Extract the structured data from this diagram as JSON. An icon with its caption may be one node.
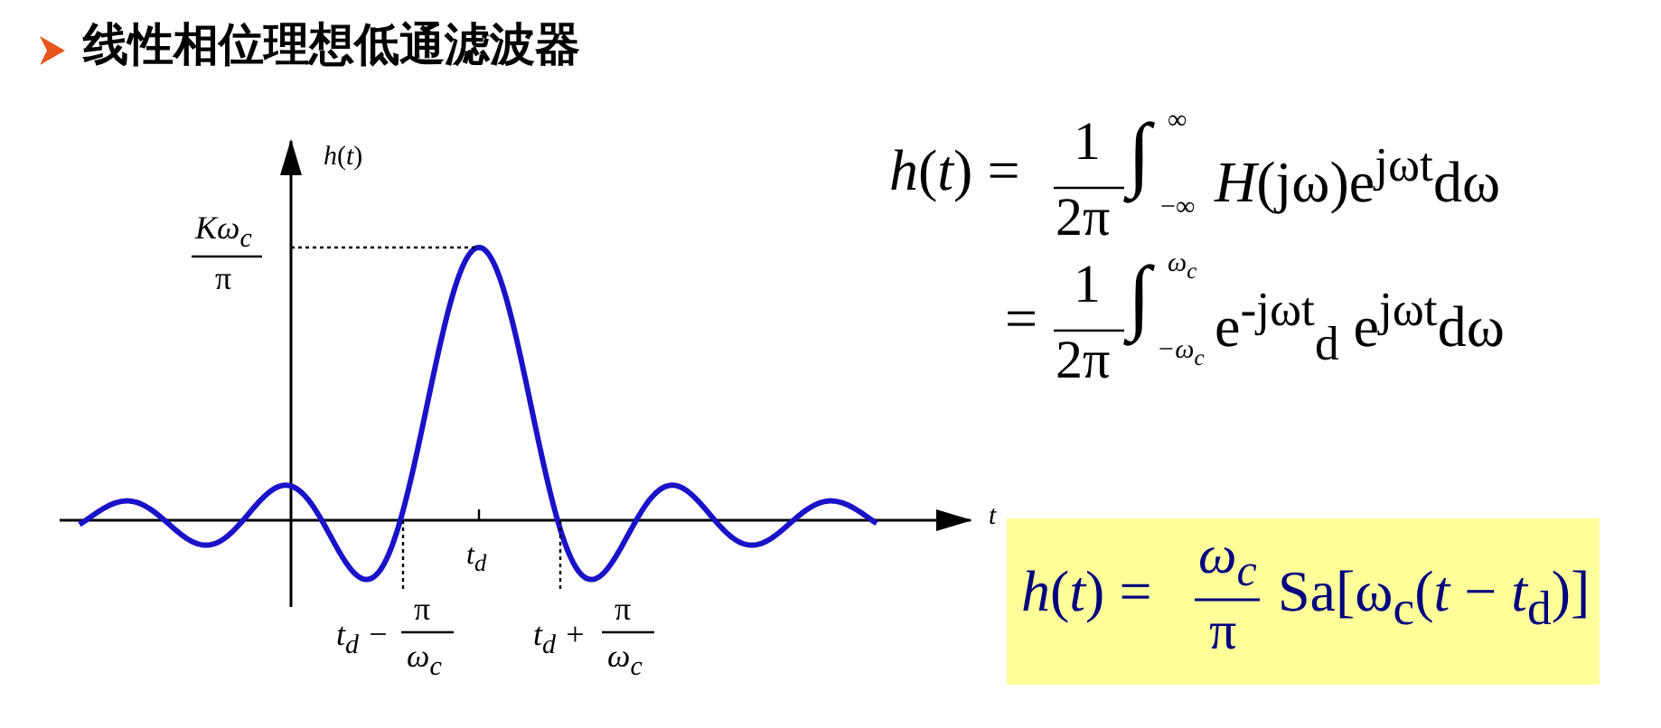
{
  "diagram": {
    "title": "线性相位理想低通滤波器",
    "nodes": [
      {
        "text": [
          "*h*(*t*) =",
          "ω$_{c}$",
          "π",
          "Sa[ω$_{c}$(*t* − *t*$_{d}$)]"
        ]
      }
    ],
    "labels": [
      "*h*(*t*)",
      "Kω$_{c}$",
      "π",
      "*t*",
      "*t*$_{d}$",
      "*t*$_{d}$ −",
      "π",
      "ω$_{c}$",
      "*t*$_{d}$ +",
      "π",
      "ω$_{c}$",
      "*h*(*t*) =",
      "1",
      "2π",
      "∫",
      "∞",
      "−∞",
      "*H*(jω)e$^{jωt}$dω",
      "=",
      "1",
      "2π",
      "∫",
      "ω$_{c}$",
      "−ω$_{c}$",
      "e$^{-jωt}$$_{d}$ e$^{jωt}$dω"
    ]
  }
}
